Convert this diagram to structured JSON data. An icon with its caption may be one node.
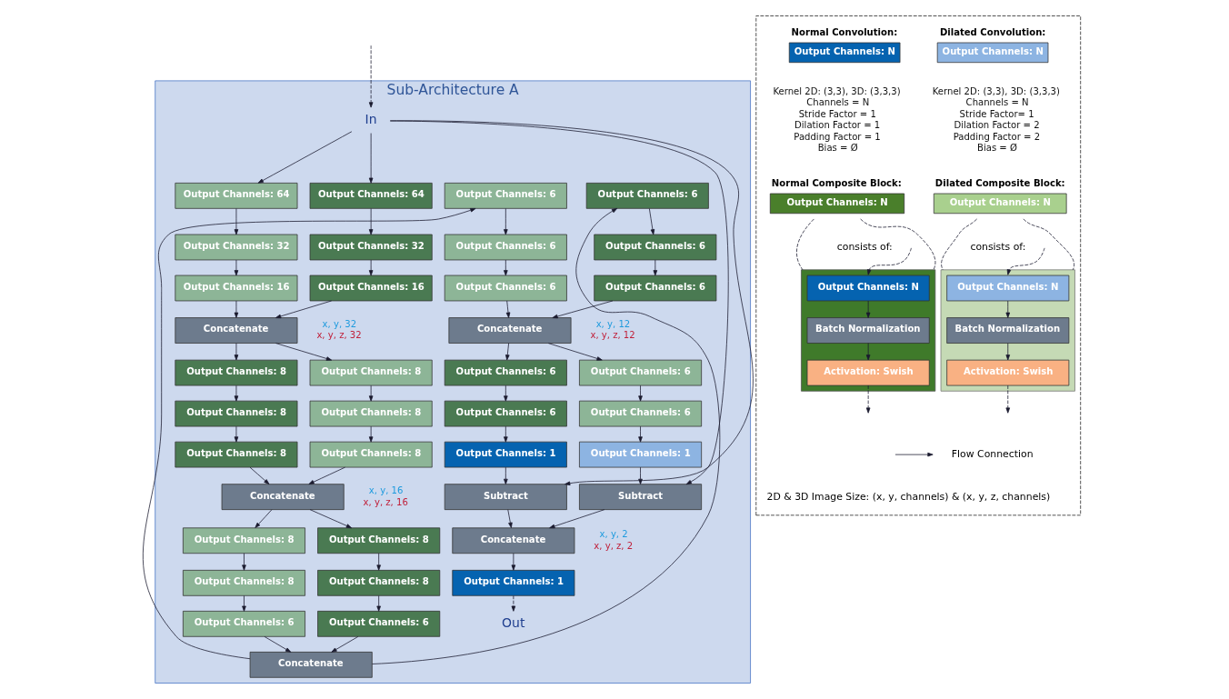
{
  "diagram": {
    "nodes": [
      {
        "text": [
          "Sub-Architecture A"
        ]
      },
      {
        "text": [
          "In"
        ],
        "in": 0
      },
      {
        "text": [
          "Output Channels: 64"
        ],
        "in": 0
      },
      {
        "text": [
          "Output Channels: 64"
        ],
        "in": 0
      },
      {
        "text": [
          "Output Channels: 32"
        ],
        "in": 0
      },
      {
        "text": [
          "Output Channels: 32"
        ],
        "in": 0
      },
      {
        "text": [
          "Output Channels: 16"
        ],
        "in": 0
      },
      {
        "text": [
          "Output Channels: 16"
        ],
        "in": 0
      },
      {
        "text": [
          "Concatenate"
        ],
        "in": 0,
        "beside": [
          "x, y, 32",
          "x, y, z, 32"
        ]
      },
      {
        "text": [
          "Output Channels: 8"
        ],
        "in": 0
      },
      {
        "text": [
          "Output Channels: 8"
        ],
        "in": 0
      },
      {
        "text": [
          "Output Channels: 8"
        ],
        "in": 0
      },
      {
        "text": [
          "Output Channels: 8"
        ],
        "in": 0
      },
      {
        "text": [
          "Output Channels: 8"
        ],
        "in": 0
      },
      {
        "text": [
          "Output Channels: 8"
        ],
        "in": 0
      },
      {
        "text": [
          "Concatenate"
        ],
        "in": 0,
        "beside": [
          "x, y, 16",
          "x, y, z, 16"
        ]
      },
      {
        "text": [
          "Output Channels: 8"
        ],
        "in": 0
      },
      {
        "text": [
          "Output Channels: 8"
        ],
        "in": 0
      },
      {
        "text": [
          "Output Channels: 8"
        ],
        "in": 0
      },
      {
        "text": [
          "Output Channels: 8"
        ],
        "in": 0
      },
      {
        "text": [
          "Output Channels: 6"
        ],
        "in": 0
      },
      {
        "text": [
          "Output Channels: 6"
        ],
        "in": 0
      },
      {
        "text": [
          "Concatenate"
        ],
        "in": 0
      },
      {
        "text": [
          "Output Channels: 6"
        ],
        "in": 0
      },
      {
        "text": [
          "Output Channels: 6"
        ],
        "in": 0
      },
      {
        "text": [
          "Output Channels: 6"
        ],
        "in": 0
      },
      {
        "text": [
          "Output Channels: 6"
        ],
        "in": 0
      },
      {
        "text": [
          "Output Channels: 6"
        ],
        "in": 0
      },
      {
        "text": [
          "Output Channels: 6"
        ],
        "in": 0
      },
      {
        "text": [
          "Concatenate"
        ],
        "in": 0,
        "beside": [
          "x, y, 12",
          "x, y, z, 12"
        ]
      },
      {
        "text": [
          "Output Channels: 6"
        ],
        "in": 0
      },
      {
        "text": [
          "Output Channels: 6"
        ],
        "in": 0
      },
      {
        "text": [
          "Output Channels: 6"
        ],
        "in": 0
      },
      {
        "text": [
          "Output Channels: 6"
        ],
        "in": 0
      },
      {
        "text": [
          "Output Channels: 1"
        ],
        "in": 0
      },
      {
        "text": [
          "Output Channels: 1"
        ],
        "in": 0
      },
      {
        "text": [
          "Subtract"
        ],
        "in": 0
      },
      {
        "text": [
          "Subtract"
        ],
        "in": 0
      },
      {
        "text": [
          "Concatenate"
        ],
        "in": 0,
        "beside": [
          "x, y, 2",
          "x, y, z, 2"
        ]
      },
      {
        "text": [
          "Output Channels: 1"
        ],
        "in": 0
      },
      {
        "text": [
          "Out"
        ],
        "in": 0
      },
      {
        "text": [],
        "shape": "box"
      },
      {
        "text": [
          "Normal Convolution:",
          "Output Channels: N"
        ],
        "in": 41,
        "beside": [
          "Kernel 2D: (3,3), 3D: (3,3,3)",
          "Channels = N",
          "Stride Factor = 1",
          "Dilation Factor = 1",
          "Padding Factor = 1",
          "Bias = Ø"
        ]
      },
      {
        "text": [
          "Dilated Convolution:",
          "Output Channels: N"
        ],
        "in": 41,
        "beside": [
          "Kernel 2D: (3,3), 3D: (3,3,3)",
          "Channels = N",
          "Stride Factor= 1",
          "Dilation Factor = 2",
          "Padding Factor = 2",
          "Bias = Ø"
        ]
      },
      {
        "text": [
          "Normal Composite Block:",
          "Output Channels: N"
        ],
        "in": 41
      },
      {
        "text": [
          "Dilated Composite Block:",
          "Output Channels: N"
        ],
        "in": 41
      },
      {
        "text": [],
        "shape": "box",
        "in": 41
      },
      {
        "text": [
          "Output Channels: N"
        ],
        "in": 46
      },
      {
        "text": [
          "Batch Normalization"
        ],
        "in": 46
      },
      {
        "text": [
          "Activation: Swish"
        ],
        "in": 46
      },
      {
        "text": [],
        "shape": "box",
        "in": 41
      },
      {
        "text": [
          "Output Channels: N"
        ],
        "in": 50
      },
      {
        "text": [
          "Batch Normalization"
        ],
        "in": 50
      },
      {
        "text": [
          "Activation: Swish"
        ],
        "in": 50
      }
    ],
    "edges": [
      {
        "from": null,
        "to": 1,
        "arrow": "to",
        "style": "dashed"
      },
      {
        "from": 1,
        "to": 2,
        "arrow": "to"
      },
      {
        "from": 1,
        "to": 3,
        "arrow": "to"
      },
      {
        "from": 1,
        "to": 36,
        "arrow": "to"
      },
      {
        "from": 1,
        "to": 37,
        "arrow": "to"
      },
      {
        "from": 2,
        "to": 4,
        "arrow": "to"
      },
      {
        "from": 4,
        "to": 6,
        "arrow": "to"
      },
      {
        "from": 3,
        "to": 5,
        "arrow": "to"
      },
      {
        "from": 5,
        "to": 7,
        "arrow": "to"
      },
      {
        "from": 6,
        "to": 8,
        "arrow": "to"
      },
      {
        "from": 7,
        "to": 8,
        "arrow": "to"
      },
      {
        "from": 8,
        "to": 9,
        "arrow": "to"
      },
      {
        "from": 8,
        "to": 10,
        "arrow": "to"
      },
      {
        "from": 9,
        "to": 11,
        "arrow": "to"
      },
      {
        "from": 11,
        "to": 13,
        "arrow": "to"
      },
      {
        "from": 10,
        "to": 12,
        "arrow": "to"
      },
      {
        "from": 12,
        "to": 14,
        "arrow": "to"
      },
      {
        "from": 13,
        "to": 15,
        "arrow": "to"
      },
      {
        "from": 14,
        "to": 15,
        "arrow": "to"
      },
      {
        "from": 15,
        "to": 16,
        "arrow": "to"
      },
      {
        "from": 15,
        "to": 17,
        "arrow": "to"
      },
      {
        "from": 16,
        "to": 18,
        "arrow": "to"
      },
      {
        "from": 18,
        "to": 20,
        "arrow": "to"
      },
      {
        "from": 17,
        "to": 19,
        "arrow": "to"
      },
      {
        "from": 19,
        "to": 21,
        "arrow": "to"
      },
      {
        "from": 20,
        "to": 22,
        "arrow": "to"
      },
      {
        "from": 21,
        "to": 22,
        "arrow": "to"
      },
      {
        "from": 22,
        "to": 23,
        "arrow": "to"
      },
      {
        "from": 22,
        "to": 24,
        "arrow": "to"
      },
      {
        "from": 23,
        "to": 25,
        "arrow": "to"
      },
      {
        "from": 25,
        "to": 27,
        "arrow": "to"
      },
      {
        "from": 24,
        "to": 26,
        "arrow": "to"
      },
      {
        "from": 26,
        "to": 28,
        "arrow": "to"
      },
      {
        "from": 27,
        "to": 29,
        "arrow": "to"
      },
      {
        "from": 28,
        "to": 29,
        "arrow": "to"
      },
      {
        "from": 29,
        "to": 30,
        "arrow": "to"
      },
      {
        "from": 29,
        "to": 31,
        "arrow": "to"
      },
      {
        "from": 30,
        "to": 32,
        "arrow": "to"
      },
      {
        "from": 32,
        "to": 34,
        "arrow": "to"
      },
      {
        "from": 31,
        "to": 33,
        "arrow": "to"
      },
      {
        "from": 33,
        "to": 35,
        "arrow": "to"
      },
      {
        "from": 35,
        "to": 36,
        "arrow": "to"
      },
      {
        "from": 34,
        "to": 37,
        "arrow": "to"
      },
      {
        "from": 37,
        "to": 38,
        "arrow": "to"
      },
      {
        "from": 36,
        "to": 38,
        "arrow": "to"
      },
      {
        "from": 38,
        "to": 39,
        "arrow": "to"
      },
      {
        "from": 39,
        "to": 40,
        "arrow": "to",
        "style": "dashed"
      },
      {
        "from": 44,
        "to": 46,
        "arrow": "none",
        "style": "dashed"
      },
      {
        "from": 44,
        "to": 46,
        "arrow": "none",
        "style": "dashed"
      },
      {
        "from": 45,
        "to": 50,
        "arrow": "none",
        "style": "dashed"
      },
      {
        "from": 45,
        "to": 50,
        "arrow": "none",
        "style": "dashed"
      },
      {
        "from": null,
        "to": 47,
        "arrow": "to",
        "style": "dashed"
      },
      {
        "from": 47,
        "to": 48,
        "arrow": "to"
      },
      {
        "from": 48,
        "to": 49,
        "arrow": "to"
      },
      {
        "from": 49,
        "to": null,
        "arrow": "to",
        "style": "dashed"
      },
      {
        "from": null,
        "to": 51,
        "arrow": "to",
        "style": "dashed"
      },
      {
        "from": 51,
        "to": 52,
        "arrow": "to"
      },
      {
        "from": 52,
        "to": 53,
        "arrow": "to"
      },
      {
        "from": 53,
        "to": null,
        "arrow": "to",
        "style": "dashed"
      }
    ],
    "labels": [
      "consists of:",
      "consists of:",
      "2D & 3D Image Size: (x, y, channels) & (x, y, z, channels)"
    ],
    "legend": [
      {
        "text": "Flow Connection"
      }
    ]
  }
}
